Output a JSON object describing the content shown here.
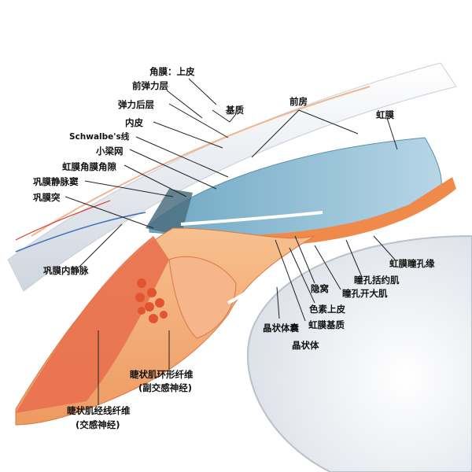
{
  "labels": {
    "cornea_epithelium": "角膜：上皮",
    "bowman_layer": "前弹力层",
    "descemet_membrane": "弹力后层",
    "stroma": "基质",
    "endothelium": "内皮",
    "schwalbe_line": "Schwalbe's线",
    "trabecular_meshwork": "小梁网",
    "iridocorneal_angle": "虹膜角膜角隙",
    "scleral_venous_sinus": "巩膜静脉窦",
    "scleral_spur": "巩膜突",
    "intrascleral_vein": "巩膜内静脉",
    "anterior_chamber": "前房",
    "iris": "虹膜",
    "pupillary_margin": "虹膜瞳孔缘",
    "sphincter_pupillae": "瞳孔括约肌",
    "dilator_pupillae": "瞳孔开大肌",
    "crypt": "隐窝",
    "pigment_epithelium": "色素上皮",
    "lens_capsule": "晶状体囊",
    "iris_stroma": "虹膜基质",
    "lens": "晶状体",
    "ciliary_circular_fibers": "睫状肌环形纤维",
    "ciliary_circular_note": "(副交感神经)",
    "ciliary_meridional_fibers": "睫状肌经线纤维",
    "ciliary_meridional_note": "(交感神经)"
  },
  "colors": {
    "iris": "#7fb3cc",
    "ciliary": "#f2a66e",
    "muscle": "#e8714e",
    "cornea": "#e4e8ee"
  }
}
